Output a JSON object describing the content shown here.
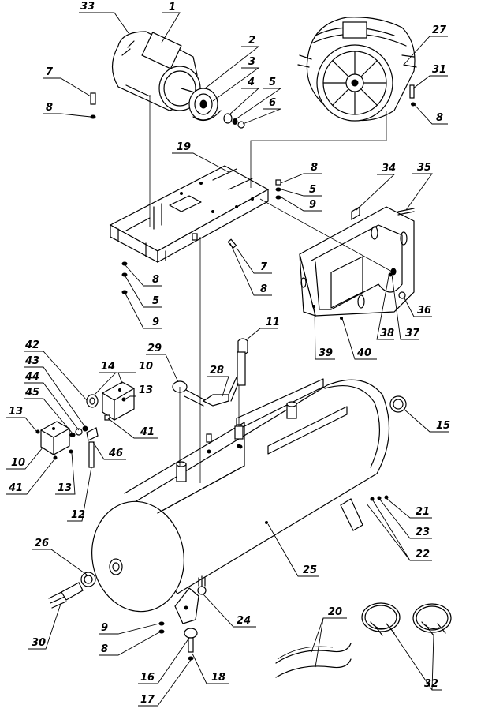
{
  "diagram": {
    "callouts": [
      {
        "id": "c33",
        "label": "33"
      },
      {
        "id": "c1",
        "label": "1"
      },
      {
        "id": "c2",
        "label": "2"
      },
      {
        "id": "c3",
        "label": "3"
      },
      {
        "id": "c4",
        "label": "4"
      },
      {
        "id": "c5a",
        "label": "5"
      },
      {
        "id": "c6",
        "label": "6"
      },
      {
        "id": "c7a",
        "label": "7"
      },
      {
        "id": "c8a",
        "label": "8"
      },
      {
        "id": "c27",
        "label": "27"
      },
      {
        "id": "c31",
        "label": "31"
      },
      {
        "id": "c8b",
        "label": "8"
      },
      {
        "id": "c19",
        "label": "19"
      },
      {
        "id": "c8c",
        "label": "8"
      },
      {
        "id": "c5b",
        "label": "5"
      },
      {
        "id": "c9a",
        "label": "9"
      },
      {
        "id": "c34",
        "label": "34"
      },
      {
        "id": "c35",
        "label": "35"
      },
      {
        "id": "c7b",
        "label": "7"
      },
      {
        "id": "c8d",
        "label": "8"
      },
      {
        "id": "c8e",
        "label": "8"
      },
      {
        "id": "c5c",
        "label": "5"
      },
      {
        "id": "c9b",
        "label": "9"
      },
      {
        "id": "c36",
        "label": "36"
      },
      {
        "id": "c37",
        "label": "37"
      },
      {
        "id": "c38",
        "label": "38"
      },
      {
        "id": "c39",
        "label": "39"
      },
      {
        "id": "c40",
        "label": "40"
      },
      {
        "id": "c11",
        "label": "11"
      },
      {
        "id": "c42",
        "label": "42"
      },
      {
        "id": "c43",
        "label": "43"
      },
      {
        "id": "c44",
        "label": "44"
      },
      {
        "id": "c45",
        "label": "45"
      },
      {
        "id": "c29",
        "label": "29"
      },
      {
        "id": "c14",
        "label": "14"
      },
      {
        "id": "c10a",
        "label": "10"
      },
      {
        "id": "c13a",
        "label": "13"
      },
      {
        "id": "c28",
        "label": "28"
      },
      {
        "id": "c41a",
        "label": "41"
      },
      {
        "id": "c13b",
        "label": "13"
      },
      {
        "id": "c46",
        "label": "46"
      },
      {
        "id": "c10b",
        "label": "10"
      },
      {
        "id": "c41b",
        "label": "41"
      },
      {
        "id": "c13c",
        "label": "13"
      },
      {
        "id": "c12",
        "label": "12"
      },
      {
        "id": "c15",
        "label": "15"
      },
      {
        "id": "c21",
        "label": "21"
      },
      {
        "id": "c23",
        "label": "23"
      },
      {
        "id": "c22",
        "label": "22"
      },
      {
        "id": "c26",
        "label": "26"
      },
      {
        "id": "c25",
        "label": "25"
      },
      {
        "id": "c24",
        "label": "24"
      },
      {
        "id": "c30",
        "label": "30"
      },
      {
        "id": "c9c",
        "label": "9"
      },
      {
        "id": "c8f",
        "label": "8"
      },
      {
        "id": "c20",
        "label": "20"
      },
      {
        "id": "c16",
        "label": "16"
      },
      {
        "id": "c18",
        "label": "18"
      },
      {
        "id": "c17",
        "label": "17"
      },
      {
        "id": "c32",
        "label": "32"
      }
    ]
  }
}
